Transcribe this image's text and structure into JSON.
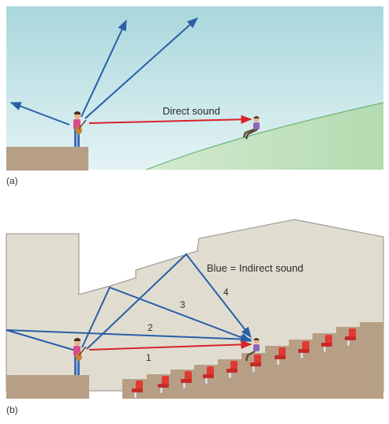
{
  "panel_a": {
    "label": "(a)",
    "direct_sound_label": "Direct sound",
    "colors": {
      "sky_top": "#a9d7dc",
      "sky_bottom": "#dff0f3",
      "hill": "#bfdfb6",
      "hill_edge": "#6eb57c",
      "stage": "#b79f86",
      "direct_arrow": "#d8232a",
      "reflected_arrow": "#2a5ea8"
    }
  },
  "panel_b": {
    "label": "(b)",
    "legend": "Blue = Indirect sound",
    "path_numbers": [
      "1",
      "2",
      "3",
      "4"
    ],
    "colors": {
      "hall_wall": "#e0ddd0",
      "hall_outline": "#8f8f8a",
      "floor": "#b79f86",
      "seat": "#e13a33",
      "direct_arrow": "#d8232a",
      "indirect_arrow": "#2a5ea8"
    }
  }
}
